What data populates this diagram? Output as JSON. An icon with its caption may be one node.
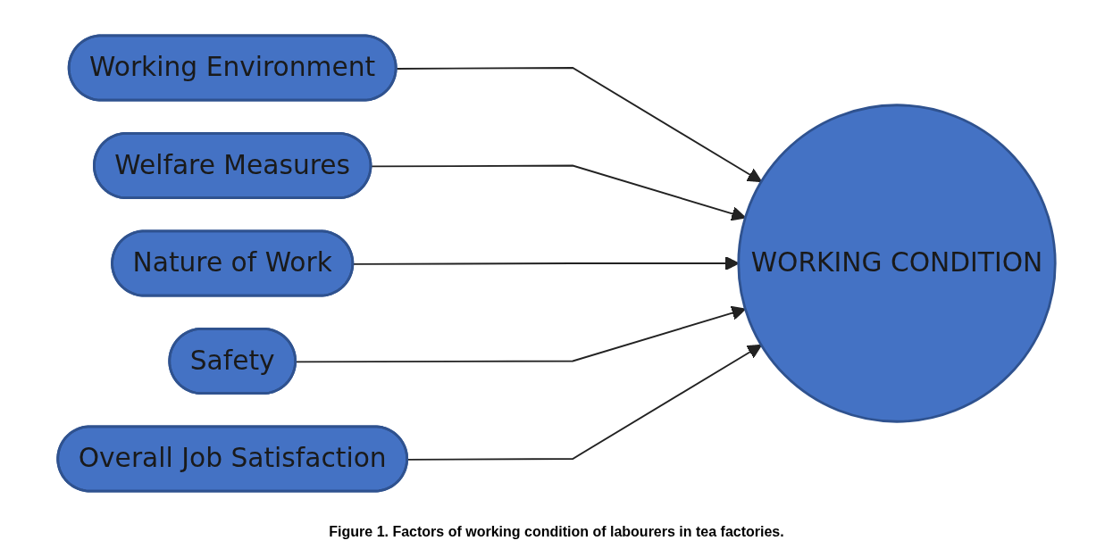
{
  "diagram": {
    "caption": "Figure 1. Factors of working condition of labourers in tea factories.",
    "nodes": [
      {
        "text": [
          "Working Environment"
        ]
      },
      {
        "text": [
          "Welfare Measures"
        ]
      },
      {
        "text": [
          "Nature of Work"
        ]
      },
      {
        "text": [
          "Safety"
        ]
      },
      {
        "text": [
          "Overall Job Satisfaction"
        ]
      },
      {
        "text": [
          "WORKING CONDITION"
        ]
      }
    ],
    "edges": [
      {
        "from": 0,
        "to": 5,
        "arrow": "to"
      },
      {
        "from": 1,
        "to": 5,
        "arrow": "to"
      },
      {
        "from": 2,
        "to": 5,
        "arrow": "to"
      },
      {
        "from": 3,
        "to": 5,
        "arrow": "to"
      },
      {
        "from": 4,
        "to": 5,
        "arrow": "to"
      }
    ]
  }
}
